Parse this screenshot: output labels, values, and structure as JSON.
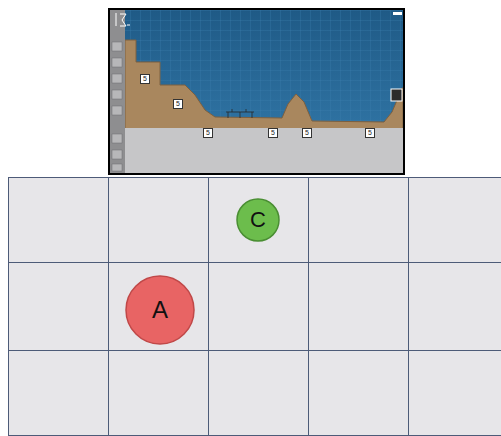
{
  "diagram": {
    "nodes": [
      {
        "text": [
          "C"
        ]
      },
      {
        "text": [
          "A"
        ]
      }
    ],
    "labels": [
      "5",
      "5",
      "5",
      "5",
      "5",
      "5"
    ]
  }
}
